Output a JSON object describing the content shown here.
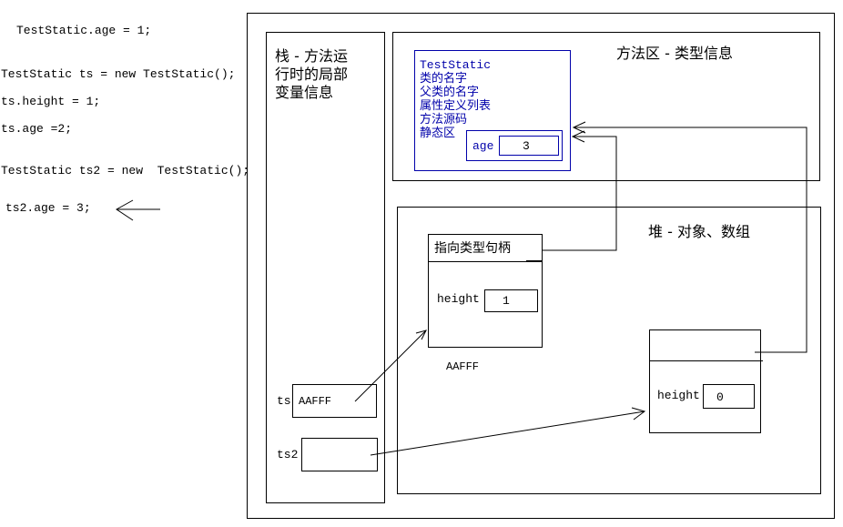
{
  "code": {
    "line1": "TestStatic.age = 1;",
    "line2": "TestStatic ts = new TestStatic();",
    "line3": "ts.height = 1;",
    "line4": "ts.age =2;",
    "line5": "TestStatic ts2 = new  TestStatic();",
    "line6": "ts2.age = 3;"
  },
  "stack": {
    "title_line1": "栈 - 方法运",
    "title_line2": "行时的局部",
    "title_line3": "变量信息",
    "ts_label": "ts",
    "ts_value": "AAFFF",
    "ts2_label": "ts2",
    "ts2_value": ""
  },
  "method_area": {
    "title": "方法区 - 类型信息",
    "class_name": "TestStatic",
    "items": [
      "类的名字",
      "父类的名字",
      "属性定义列表",
      "方法源码",
      "静态区"
    ],
    "static_field_label": "age",
    "static_field_value": "3"
  },
  "heap": {
    "title": "堆 - 对象、数组",
    "obj1_header": "指向类型句柄",
    "obj1_field_label": "height",
    "obj1_field_value": "1",
    "obj1_address": "AAFFF",
    "obj2_header": "",
    "obj2_field_label": "height",
    "obj2_field_value": "0"
  },
  "colors": {
    "method_text": "#0000aa",
    "lines": "#000000"
  }
}
